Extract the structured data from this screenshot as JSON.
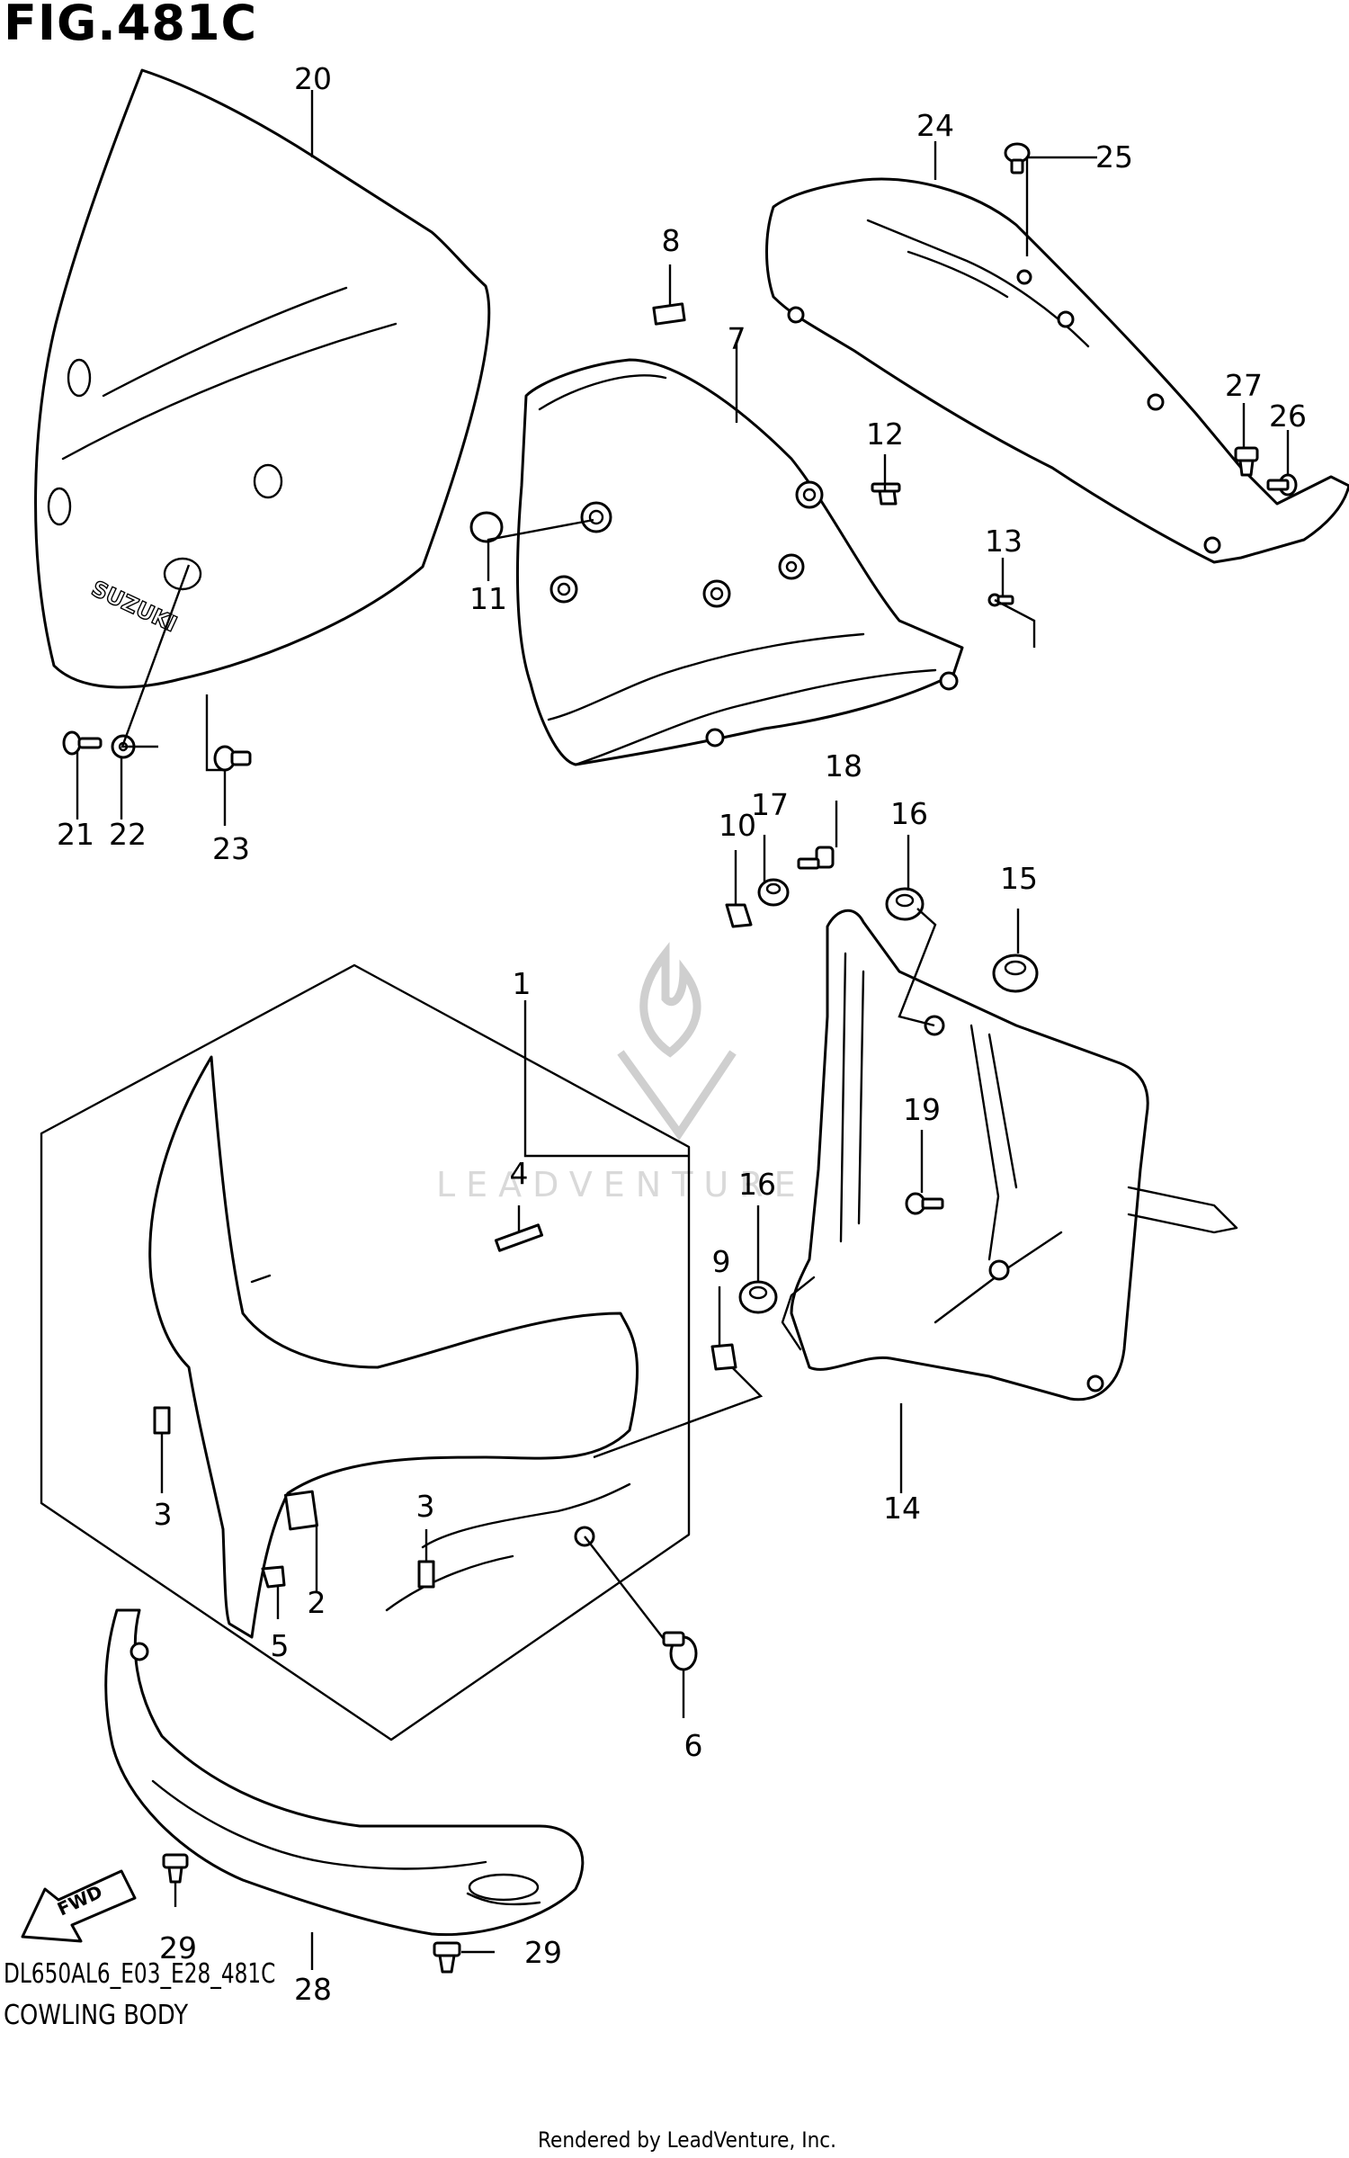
{
  "figure": {
    "title": "FIG.481C",
    "code": "DL650AL6_E03_E28_481C",
    "name": "COWLING BODY",
    "credit": "Rendered by LeadVenture, Inc.",
    "watermark": "LEADVENTURE",
    "brand_mark": "SUZUKI",
    "direction_badge": "FWD"
  },
  "callouts": [
    "1",
    "2",
    "3",
    "3",
    "4",
    "5",
    "6",
    "7",
    "8",
    "9",
    "10",
    "11",
    "12",
    "13",
    "14",
    "15",
    "16",
    "16",
    "17",
    "18",
    "19",
    "20",
    "21",
    "22",
    "23",
    "24",
    "25",
    "26",
    "27",
    "28",
    "29",
    "29"
  ]
}
